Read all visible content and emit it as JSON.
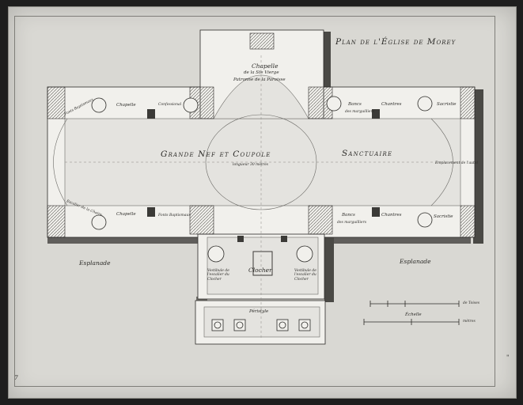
{
  "plan": {
    "title": "Plan de l'Église de Morey",
    "apse_chapel": {
      "name": "Chapelle",
      "line2": "de la Ste Vierge",
      "line3": "Patronne de la Paroisse"
    },
    "nave": "Grande Nef et Coupole",
    "sanctuary": "Sanctuaire",
    "north_row": {
      "fonts": "Fonts Baptismaux",
      "chapel": "Chapelle",
      "confessional": "Confessional",
      "benches": "Bancs",
      "benches_note": "des marguilliers",
      "chanters": "Chantres",
      "sacristy": "Sacristie"
    },
    "south_row": {
      "pulpit_note": "Escalier de la Chaire",
      "chapel": "Chapelle",
      "fonts": "Fonts Baptismaux",
      "benches": "Bancs",
      "benches_note": "des marguilliers",
      "chanters": "Chantres",
      "sacristy": "Sacristie"
    },
    "porch": {
      "tower": "Clocher",
      "left_room": "Vestibule de l'escalier du Clocher",
      "right_room": "Vestibule de l'escalier du Clocher",
      "peristyle": "Péristyle"
    },
    "esplanade_left": "Esplanade",
    "esplanade_right": "Esplanade",
    "scale": {
      "label": "Échelle",
      "unit_toises": "de Toises",
      "unit_metres": "mètres"
    },
    "nave_measure": "longueur 30 mètres",
    "apse_note": "Emplacement de l'autel",
    "corner_marks": {
      "left": "7",
      "right": "\""
    },
    "colors": {
      "paper": "#d9d8d3",
      "wall": "#f1f0ec",
      "shadow": "#4a4945",
      "ink": "#2c2b28",
      "background": "#1e1e1e"
    }
  }
}
